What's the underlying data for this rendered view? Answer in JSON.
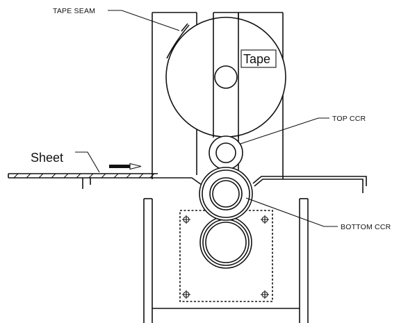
{
  "labels": {
    "tape_seam": "TAPE SEAM",
    "tape": "Tape",
    "top_ccr": "TOP CCR",
    "sheet": "Sheet",
    "bottom_ccr": "BOTTOM CCR"
  },
  "colors": {
    "ink": "#111111",
    "background": "#ffffff"
  }
}
